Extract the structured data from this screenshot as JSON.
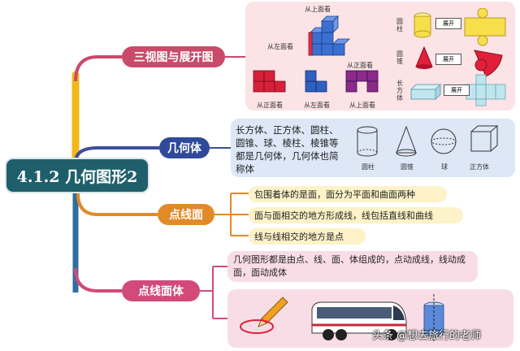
{
  "root": {
    "label": "4.1.2 几何图形2"
  },
  "branches": {
    "views": {
      "label": "三视图与展开图"
    },
    "solids": {
      "label": "几何体"
    },
    "pointlinesurface": {
      "label": "点线面"
    },
    "pointlinesurfacebody": {
      "label": "点线面体"
    }
  },
  "views_panel": {
    "top_view": "从上面看",
    "left_view": "从左面看",
    "front_view": "从正面看",
    "captions": [
      "从正面看",
      "从左面看",
      "从上面看"
    ],
    "side_labels": [
      "圆柱",
      "圆锥",
      "长方体"
    ],
    "unfold_label": "展开"
  },
  "solids_panel": {
    "text": "长方体、正方体、圆柱、圆锥、球、棱柱、棱锥等都是几何体，几何体也简称体",
    "shape_labels": [
      "圆柱",
      "圆锥",
      "球",
      "正方体"
    ]
  },
  "pls_notes": [
    "包围着体的是面，面分为平面和曲面两种",
    "面与面相交的地方形成线，线包括直线和曲线",
    "线与线相交的地方是点"
  ],
  "plsb_note": "几何图形都是由点、线、面、体组成的，点动成线，线动成面，面动成体",
  "watermark": "头条 @想去旅行的老师",
  "colors": {
    "root": "#1f5f6b",
    "views": "#c94a6a",
    "solids": "#2f4a9a",
    "pls": "#e08a2a",
    "plsb": "#d14a7a",
    "trunk": "#f2b81a"
  }
}
